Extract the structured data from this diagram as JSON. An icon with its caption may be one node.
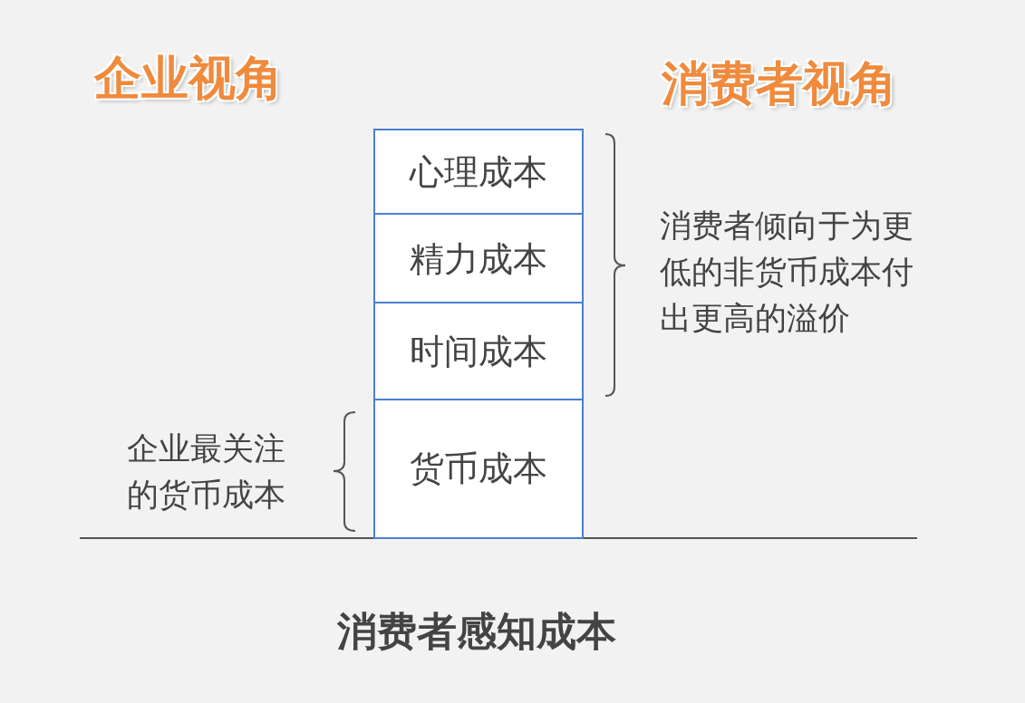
{
  "diagram": {
    "nodes": [
      {
        "text": [
          "心理成本"
        ]
      },
      {
        "text": [
          "精力成本"
        ]
      },
      {
        "text": [
          "时间成本"
        ]
      },
      {
        "text": [
          "货币成本"
        ]
      }
    ],
    "labels": [
      "企业视角",
      "消费者视角",
      "消费者倾向于为更低的非货币成本付出更高的溢价",
      "企业最关注的货币成本",
      "消费者感知成本"
    ]
  }
}
